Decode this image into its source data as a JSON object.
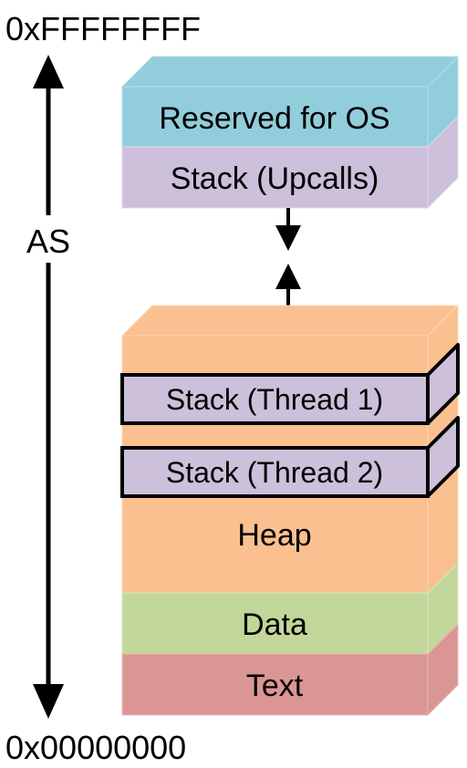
{
  "address_axis": {
    "top_label": "0xFFFFFFFF",
    "bottom_label": "0x00000000",
    "middle_label": "AS"
  },
  "upper_block": {
    "segments": [
      {
        "label": "Reserved for OS",
        "color": "#92CDDC"
      },
      {
        "label": "Stack (Upcalls)",
        "color": "#CCC0DA"
      }
    ]
  },
  "lower_block": {
    "segments": [
      {
        "label": "",
        "color": "#FAC090"
      },
      {
        "label": "Stack (Thread 1)",
        "color": "#CCC0DA"
      },
      {
        "label": "",
        "color": "#FAC090"
      },
      {
        "label": "Stack (Thread 2)",
        "color": "#CCC0DA"
      },
      {
        "label": "Heap",
        "color": "#FAC090"
      },
      {
        "label": "Data",
        "color": "#C4D79B"
      },
      {
        "label": "Text",
        "color": "#DA9694"
      }
    ]
  },
  "colors": {
    "os_reserved": "#92CDDC",
    "stack": "#CCC0DA",
    "heap": "#FAC090",
    "data": "#C4D79B",
    "text": "#DA9694",
    "outline": "#000000"
  }
}
